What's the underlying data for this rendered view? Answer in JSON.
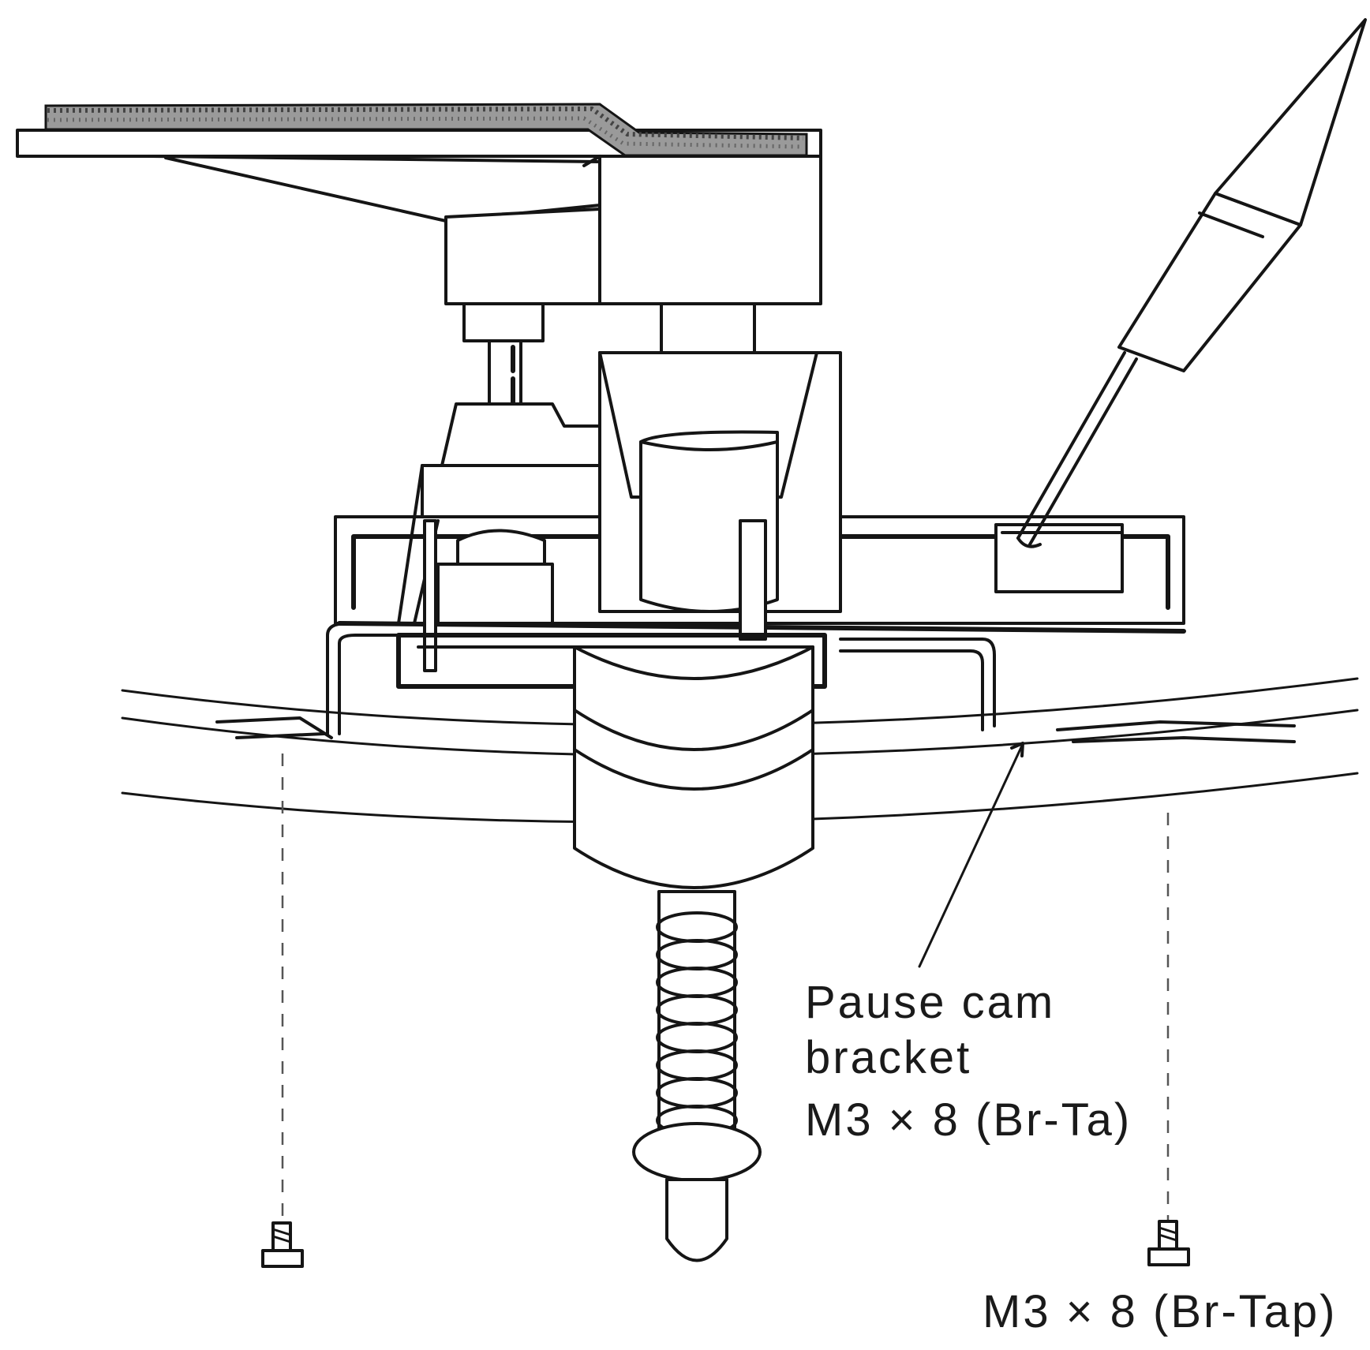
{
  "labels": {
    "pause_cam_line1": "Pause cam",
    "pause_cam_line2": "bracket",
    "screw_upper": "M3 × 8 (Br-Ta)",
    "screw_lower": "M3 × 8 (Br-Tap)"
  },
  "icons": [
    "screwdriver-icon",
    "screw-icon",
    "spring-icon"
  ]
}
